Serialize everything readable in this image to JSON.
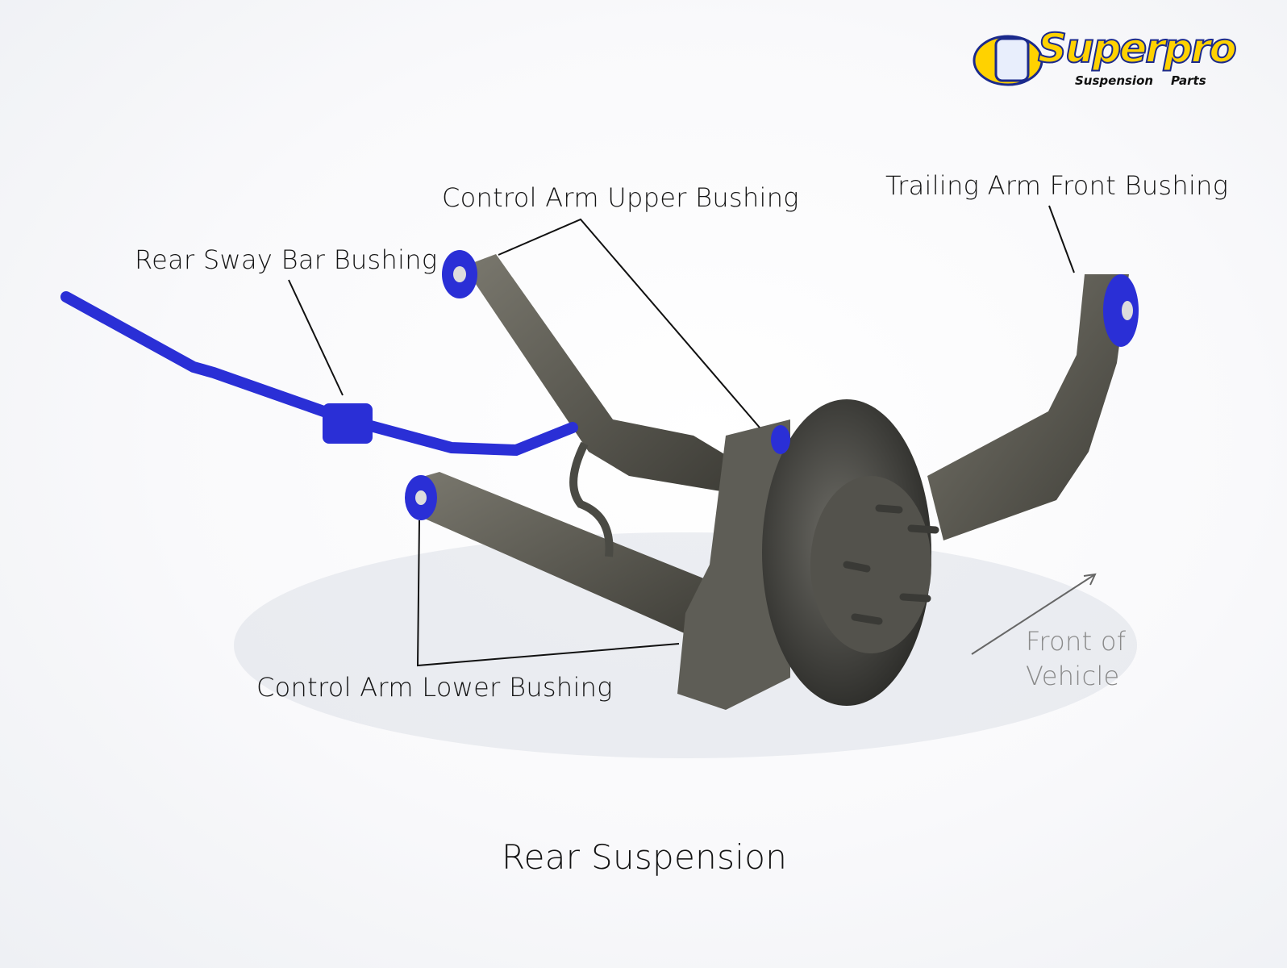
{
  "logo": {
    "brand": "Superpro",
    "tagline_left": "Suspension",
    "tagline_right": "Parts"
  },
  "labels": {
    "control_arm_upper": "Control Arm Upper Bushing",
    "trailing_arm_front": "Trailing Arm Front Bushing",
    "rear_sway_bar": "Rear Sway Bar Bushing",
    "control_arm_lower": "Control Arm Lower Bushing",
    "front_line1": "Front of",
    "front_line2": "Vehicle"
  },
  "title": "Rear Suspension",
  "colors": {
    "bushing": "#2a2fd6",
    "metal": "#55544c",
    "text": "#141414",
    "front_text": "#8a8a8a"
  }
}
